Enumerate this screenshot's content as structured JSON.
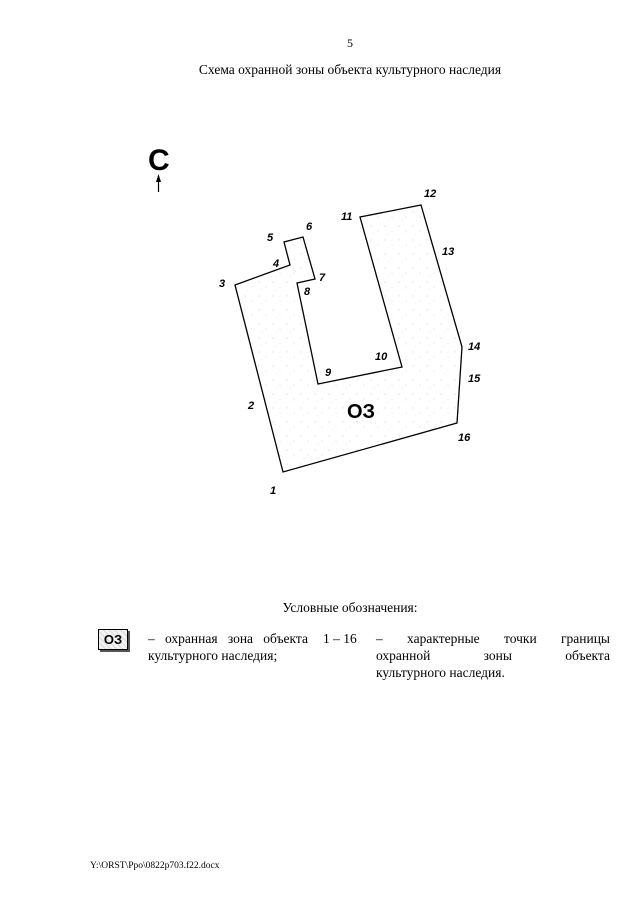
{
  "page_number": "5",
  "title": "Схема охранной зоны объекта культурного наследия",
  "north_arrow": {
    "letter": "С",
    "icon": "north-arrow-icon"
  },
  "map": {
    "zone_label": "ОЗ",
    "points": [
      {
        "id": "1",
        "label": "1"
      },
      {
        "id": "2",
        "label": "2"
      },
      {
        "id": "3",
        "label": "3"
      },
      {
        "id": "4",
        "label": "4"
      },
      {
        "id": "5",
        "label": "5"
      },
      {
        "id": "6",
        "label": "6"
      },
      {
        "id": "7",
        "label": "7"
      },
      {
        "id": "8",
        "label": "8"
      },
      {
        "id": "9",
        "label": "9"
      },
      {
        "id": "10",
        "label": "10"
      },
      {
        "id": "11",
        "label": "11"
      },
      {
        "id": "12",
        "label": "12"
      },
      {
        "id": "13",
        "label": "13"
      },
      {
        "id": "14",
        "label": "14"
      },
      {
        "id": "15",
        "label": "15"
      },
      {
        "id": "16",
        "label": "16"
      }
    ],
    "outline_color": "#000000",
    "fill_color": "#ffffff"
  },
  "legend": {
    "title": "Условные обозначения:",
    "zone_symbol": "ОЗ",
    "zone_text": "– охранная зона объекта культурного наследия;",
    "points_range": "1 – 16",
    "points_text_lines": [
      "– характерные точки границы",
      "охранной зоны объекта",
      "культурного наследия."
    ]
  },
  "footer": "Y:\\ORST\\Ppo\\0822p703.f22.docx"
}
